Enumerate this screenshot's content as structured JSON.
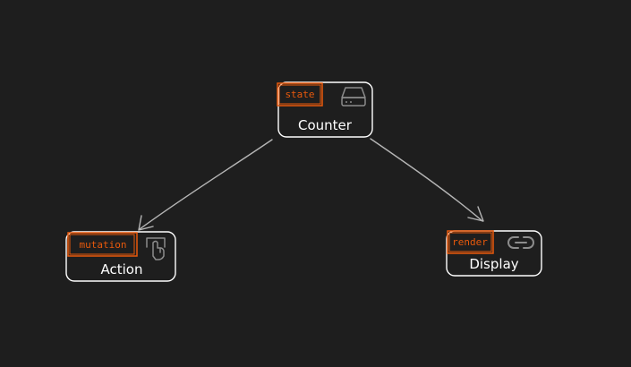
{
  "colors": {
    "background": "#1e1e1e",
    "node_border": "#ffffff",
    "tag": "#e8590c",
    "arrow": "#b5b5b5",
    "icon": "#8c8c8c"
  },
  "nodes": {
    "counter": {
      "tag": "state",
      "label": "Counter",
      "icon": "hard-drive-icon"
    },
    "action": {
      "tag": "mutation",
      "label": "Action",
      "icon": "pointer-click-icon"
    },
    "display": {
      "tag": "render",
      "label": "Display",
      "icon": "link-icon"
    }
  },
  "edges": [
    {
      "from": "counter",
      "to": "action"
    },
    {
      "from": "counter",
      "to": "display"
    }
  ]
}
